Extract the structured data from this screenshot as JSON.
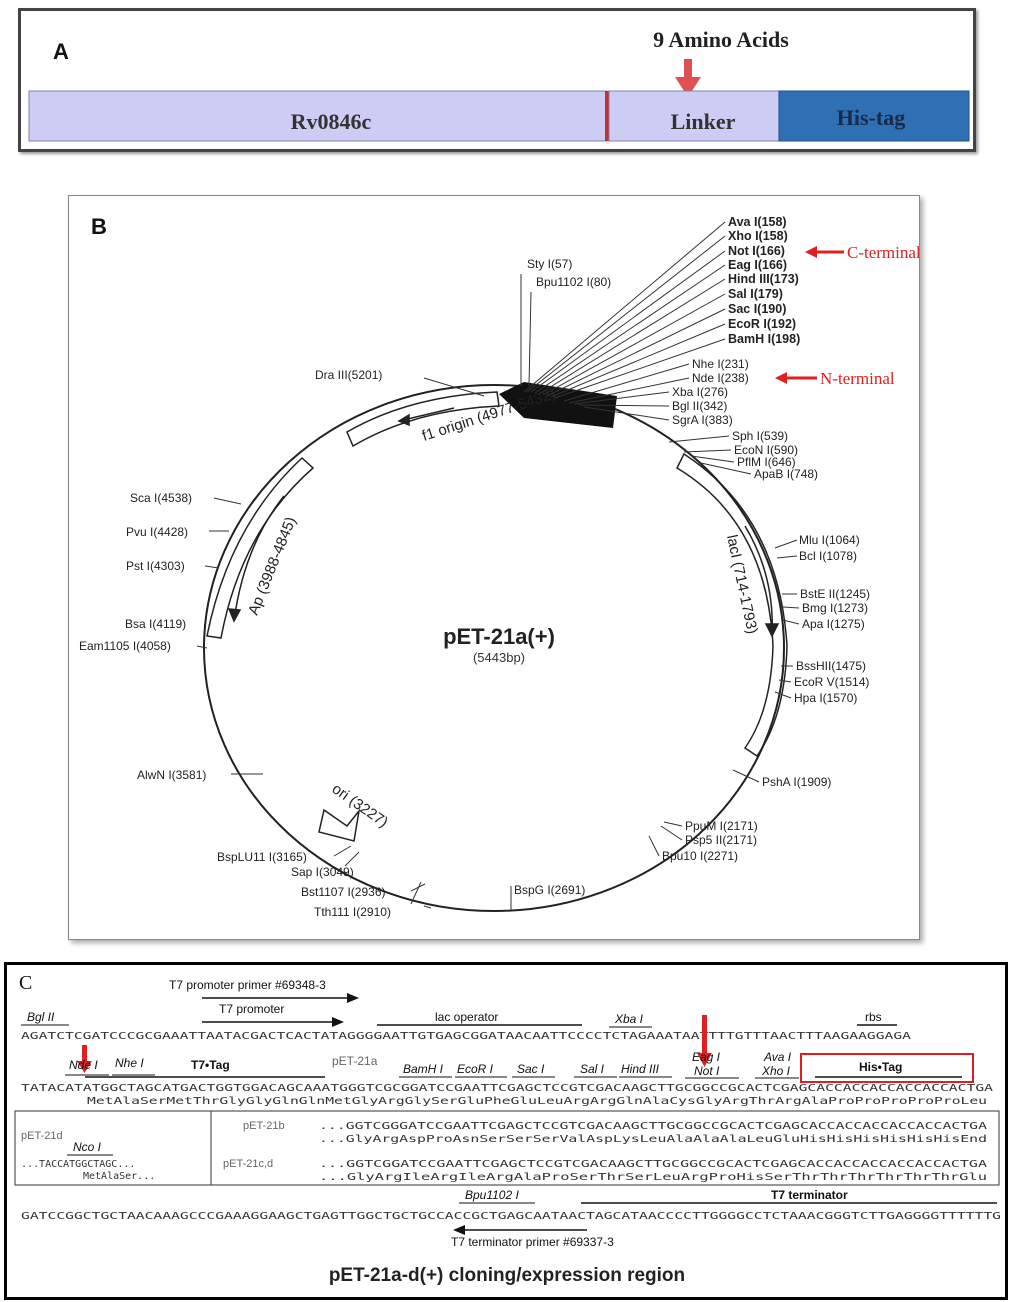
{
  "panelA": {
    "label": "A",
    "annotation": "9 Amino Acids",
    "segments": [
      {
        "label": "Rv0846c",
        "color": "#ccccf5"
      },
      {
        "label": "Linker",
        "color": "#ccccf5"
      },
      {
        "label": "His-tag",
        "color": "#2f6fb4"
      }
    ],
    "arrow_color": "#e05050"
  },
  "panelB": {
    "label": "B",
    "plasmid_name": "pET-21a(+)",
    "plasmid_size": "(5443bp)",
    "features": {
      "f1": "f1 origin (4977-5432)",
      "ap": "Ap (3988-4845)",
      "laci": "lacI (714-1793)",
      "ori": "ori (3227)"
    },
    "mcs_sites": [
      "Ava I(158)",
      "Xho I(158)",
      "Not I(166)",
      "Eag I(166)",
      "Hind III(173)",
      "Sal I(179)",
      "Sac I(190)",
      "EcoR I(192)",
      "BamH I(198)"
    ],
    "nterm_sites": [
      "Nhe I(231)",
      "Nde I(238)",
      "Xba I(276)",
      "Bgl II(342)",
      "SgrA I(383)"
    ],
    "right_sites": [
      "Sph I(539)",
      "EcoN I(590)",
      "PflM I(646)",
      "ApaB I(748)",
      "Mlu I(1064)",
      "Bcl I(1078)",
      "BstE II(1245)",
      "Bmg I(1273)",
      "Apa I(1275)",
      "BssHII(1475)",
      "EcoR V(1514)",
      "Hpa I(1570)",
      "PshA I(1909)",
      "PpuM I(2171)",
      "Psp5 II(2171)",
      "Bpu10 I(2271)"
    ],
    "bottom_sites": [
      "BspG I(2691)",
      "Tth111 I(2910)",
      "Bst1107 I(2936)",
      "Sap I(3049)",
      "BspLU11 I(3165)"
    ],
    "left_sites": [
      "AlwN I(3581)",
      "Eam1105 I(4058)",
      "Bsa I(4119)",
      "Pst I(4303)",
      "Pvu I(4428)",
      "Sca I(4538)"
    ],
    "top_sites": [
      "Dra III(5201)",
      "Sty I(57)",
      "Bpu1102 I(80)"
    ],
    "c_terminal": "C-terminal",
    "n_terminal": "N-terminal",
    "accent": "#e02020"
  },
  "panelC": {
    "label": "C",
    "title": "pET-21a-d(+) cloning/expression region",
    "t7_promoter_primer": "T7 promoter primer #69348-3",
    "t7_promoter": "T7 promoter",
    "lac_operator": "lac operator",
    "rbs": "rbs",
    "seq1": "AGATCTCGATCCCGCGAAATTAATACGACTCACTATAGGGGAATTGTGAGCGGATAACAATTCCCCTCTAGAAATAATTTTGTTTAACTTTAAGAAGGAGA",
    "seq2": "TATACATATGGCTAGCATGACTGGTGGACAGCAAATGGGTCGCGGATCCGAATTCGAGCTCCGTCGACAAGCTTGCGGCCGCACTCGAGCACCACCACCACCACCACTGA",
    "aa2": "MetAlaSerMetThrGlyGlyGlnGlnMetGlyArgGlySerGluPheGluLeuArgArgGlnAlaCysGlyArgThrArgAlaProProProProProLeu",
    "pet21a": "pET-21a",
    "pet21b": "pET-21b",
    "pet21cd": "pET-21c,d",
    "pet21d": "pET-21d",
    "seq_b": "...GGTCGGGATCCGAATTCGAGCTCCGTCGACAAGCTTGCGGCCGCACTCGAGCACCACCACCACCACCACTGA",
    "aa_b": "...GlyArgAspProAsnSerSerSerValAspLysLeuAlaAlaAlaLeuGluHisHisHisHisHisHisEnd",
    "seq_cd": "...GGTCGGATCCGAATTCGAGCTCCGTCGACAAGCTTGCGGCCGCACTCGAGCACCACCACCACCACCACTGA",
    "aa_cd": "...GlyArgIleArgIleArgAlaProSerThrSerLeuArgProHisSerThrThrThrThrThrThrGlu",
    "seq_d": "...TACCATGGCTAGC...",
    "aa_d": "MetAlaSer...",
    "seq3": "GATCCGGCTGCTAACAAAGCCCGAAAGGAAGCTGAGTTGGCTGCTGCCACCGCTGAGCAATAACTAGCATAACCCCTTGGGGCCTCTAAACGGGTCTTGAGGGGTTTTTTG",
    "t7_terminator": "T7 terminator",
    "t7_terminator_primer": "T7 terminator primer #69337-3",
    "sites_row1": [
      "Bgl II",
      "Xba I"
    ],
    "sites_row2": [
      "Nde I",
      "Nhe I",
      "T7•Tag",
      "BamH I",
      "EcoR I",
      "Sac I",
      "Sal I",
      "Hind III",
      "Eag I",
      "Not I",
      "Ava I",
      "Xho I",
      "His•Tag"
    ],
    "nco": "Nco I",
    "bpu": "Bpu1102 I"
  }
}
